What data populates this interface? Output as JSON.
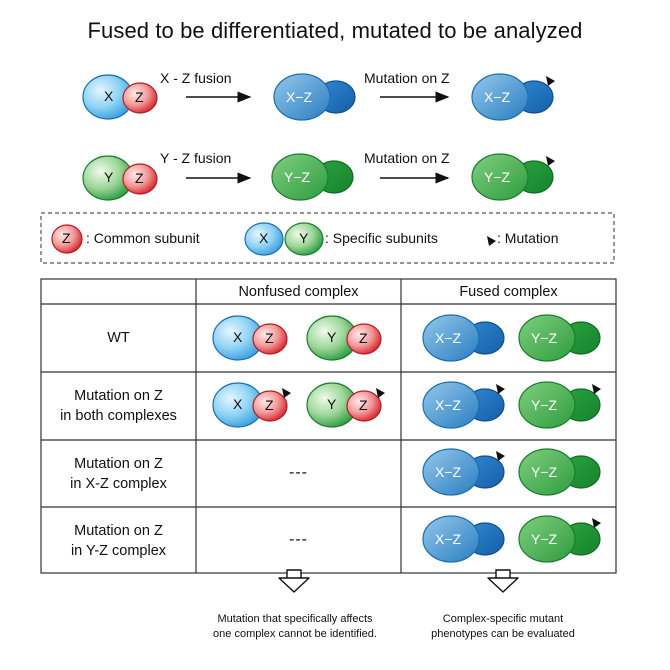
{
  "title": "Fused to be differentiated, mutated to be analyzed",
  "top_rows": [
    {
      "fusion_label": "X - Z fusion",
      "mutation_label": "Mutation on Z",
      "left_a": "X",
      "left_b": "Z",
      "fused": "X−Z"
    },
    {
      "fusion_label": "Y - Z fusion",
      "mutation_label": "Mutation on Z",
      "left_a": "Y",
      "left_b": "Z",
      "fused": "Y−Z"
    }
  ],
  "legend": {
    "common_glyph": "Z",
    "common_label": ": Common subunit",
    "specific_glyph_1": "X",
    "specific_glyph_2": "Y",
    "specific_label": ": Specific subunits",
    "mutation_label": ": Mutation"
  },
  "table": {
    "headers": [
      "Nonfused complex",
      "Fused complex"
    ],
    "rows": [
      {
        "label": "WT",
        "nonfused": "",
        "fused": ""
      },
      {
        "label": "Mutation on Z\nin both complexes",
        "nonfused": "",
        "fused": ""
      },
      {
        "label": "Mutation on Z\nin X-Z complex",
        "nonfused": "---",
        "fused": ""
      },
      {
        "label": "Mutation on Z\nin Y-Z complex",
        "nonfused": "---",
        "fused": ""
      }
    ]
  },
  "conclusions": {
    "left": "Mutation that specifically affects\none complex cannot be identified.",
    "right": "Complex-specific mutant\nphenotypes can be evaluated"
  },
  "colors": {
    "blue_light": "#8fd3f5",
    "blue_dark": "#1f7fc8",
    "red_light": "#f6b4b4",
    "red_dark": "#d7262d",
    "green_light": "#a9dba5",
    "green_dark": "#1e9a3c"
  }
}
